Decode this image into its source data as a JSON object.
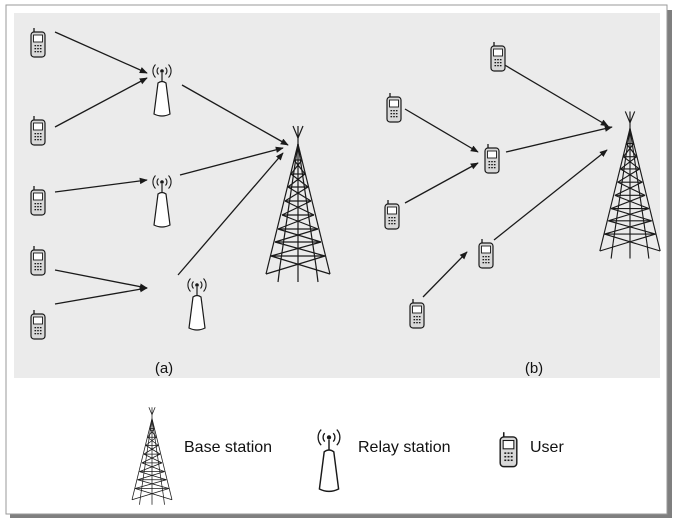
{
  "panels": {
    "a_label": "(a)",
    "b_label": "(b)"
  },
  "legend": {
    "base_station": "Base station",
    "relay_station": "Relay station",
    "user": "User"
  },
  "icons": {
    "base_station": "tower-icon",
    "relay_station": "relay-antenna-icon",
    "user": "mobile-phone-icon"
  },
  "colors": {
    "panel_background": "#ebebeb",
    "shadow": "#7f7f7f",
    "line": "#1a1a1a",
    "phone_fill": "#d8d8d8"
  }
}
